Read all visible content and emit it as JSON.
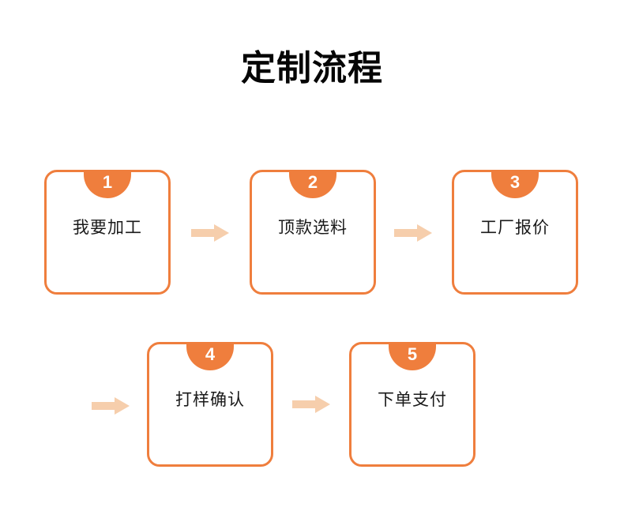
{
  "title": "定制流程",
  "colors": {
    "accent_orange": "#EF7E3D",
    "arrow_peach": "#F6CEAC",
    "text_dark": "#1A1A1A",
    "background": "#FFFFFF"
  },
  "icons": {
    "flow_arrow": "right-arrow"
  },
  "steps": [
    {
      "number": "1",
      "label": "我要加工"
    },
    {
      "number": "2",
      "label": "顶款选料"
    },
    {
      "number": "3",
      "label": "工厂报价"
    },
    {
      "number": "4",
      "label": "打样确认"
    },
    {
      "number": "5",
      "label": "下单支付"
    }
  ]
}
